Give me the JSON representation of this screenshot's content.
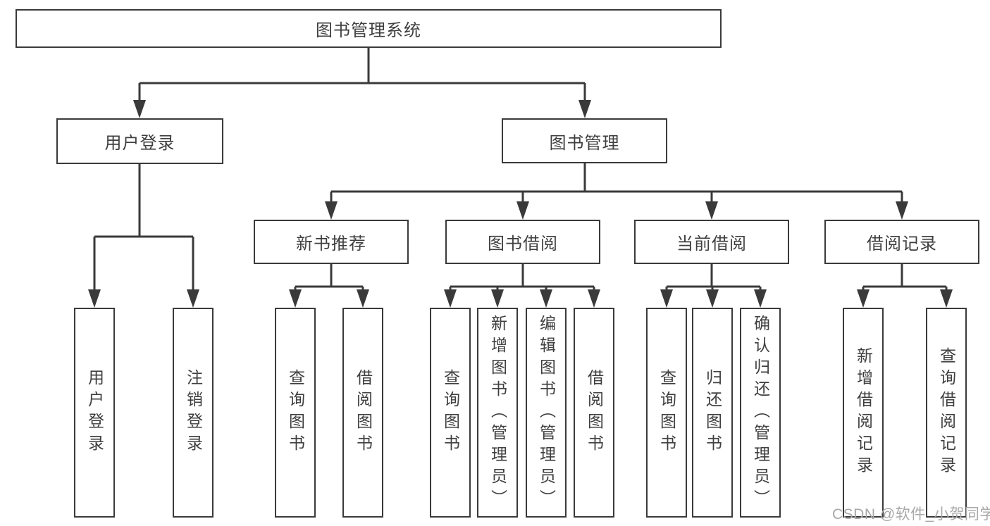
{
  "tree": {
    "label": "图书管理系统",
    "children": [
      {
        "label": "用户登录",
        "children": [
          {
            "label": "用户登录"
          },
          {
            "label": "注销登录"
          }
        ]
      },
      {
        "label": "图书管理",
        "children": [
          {
            "label": "新书推荐",
            "children": [
              {
                "label": "查询图书"
              },
              {
                "label": "借阅图书"
              }
            ]
          },
          {
            "label": "图书借阅",
            "children": [
              {
                "label": "查询图书"
              },
              {
                "label": "新增图书（管理员）"
              },
              {
                "label": "编辑图书（管理员）"
              },
              {
                "label": "借阅图书"
              }
            ]
          },
          {
            "label": "当前借阅",
            "children": [
              {
                "label": "查询图书"
              },
              {
                "label": "归还图书"
              },
              {
                "label": "确认归还（管理员）"
              }
            ]
          },
          {
            "label": "借阅记录",
            "children": [
              {
                "label": "新增借阅记录"
              },
              {
                "label": "查询借阅记录"
              }
            ]
          }
        ]
      }
    ]
  },
  "watermark": {
    "text": "CSDN @软件_小贺同学"
  },
  "colors": {
    "line": "#3a3a3a",
    "text": "#3f3f3f",
    "background": "#ffffff",
    "watermark": "#a8a8a8"
  }
}
